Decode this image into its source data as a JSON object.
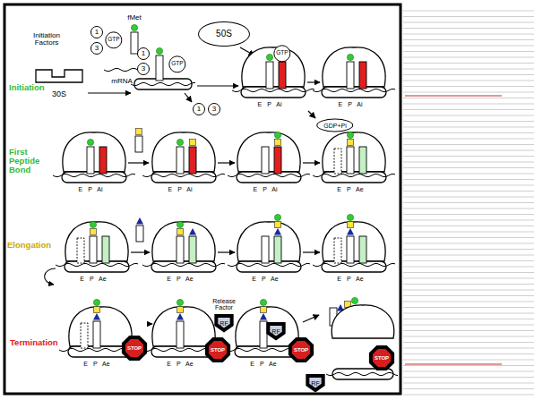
{
  "diagram": {
    "nodes": [
      {
        "text": [
          "1"
        ]
      },
      {
        "text": [
          "3"
        ]
      },
      {
        "text": [
          "GTP"
        ]
      },
      {
        "text": [
          "1"
        ]
      },
      {
        "text": [
          "3"
        ]
      },
      {
        "text": [
          "GTP"
        ]
      },
      {
        "text": [
          "50S"
        ]
      },
      {
        "text": [
          "1"
        ]
      },
      {
        "text": [
          "3"
        ]
      },
      {
        "text": [
          "GTP"
        ]
      },
      {
        "text": [
          "GDP+Pi"
        ]
      },
      {
        "text": [
          "STOP"
        ]
      },
      {
        "text": [
          "RF"
        ]
      },
      {
        "text": [
          "STOP"
        ]
      },
      {
        "text": [
          "RF"
        ]
      },
      {
        "text": [
          "STOP"
        ]
      },
      {
        "text": [
          "RF"
        ]
      },
      {
        "text": [
          "STOP"
        ]
      }
    ],
    "labels": [
      "Initiation Factors",
      "fMet",
      "mRNA",
      "30S",
      "Initiation",
      "E P Ai",
      "E P Ai",
      "First Peptide Bond",
      "E P Ai",
      "E P Ai",
      "E P Ai",
      "E P Ae",
      "Elongation",
      "E P Ae",
      "E P Ae",
      "E P Ae",
      "E P Ae",
      "Termination",
      "E P Ae",
      "E P Ae",
      "E P Ae",
      "Release Factor"
    ]
  }
}
